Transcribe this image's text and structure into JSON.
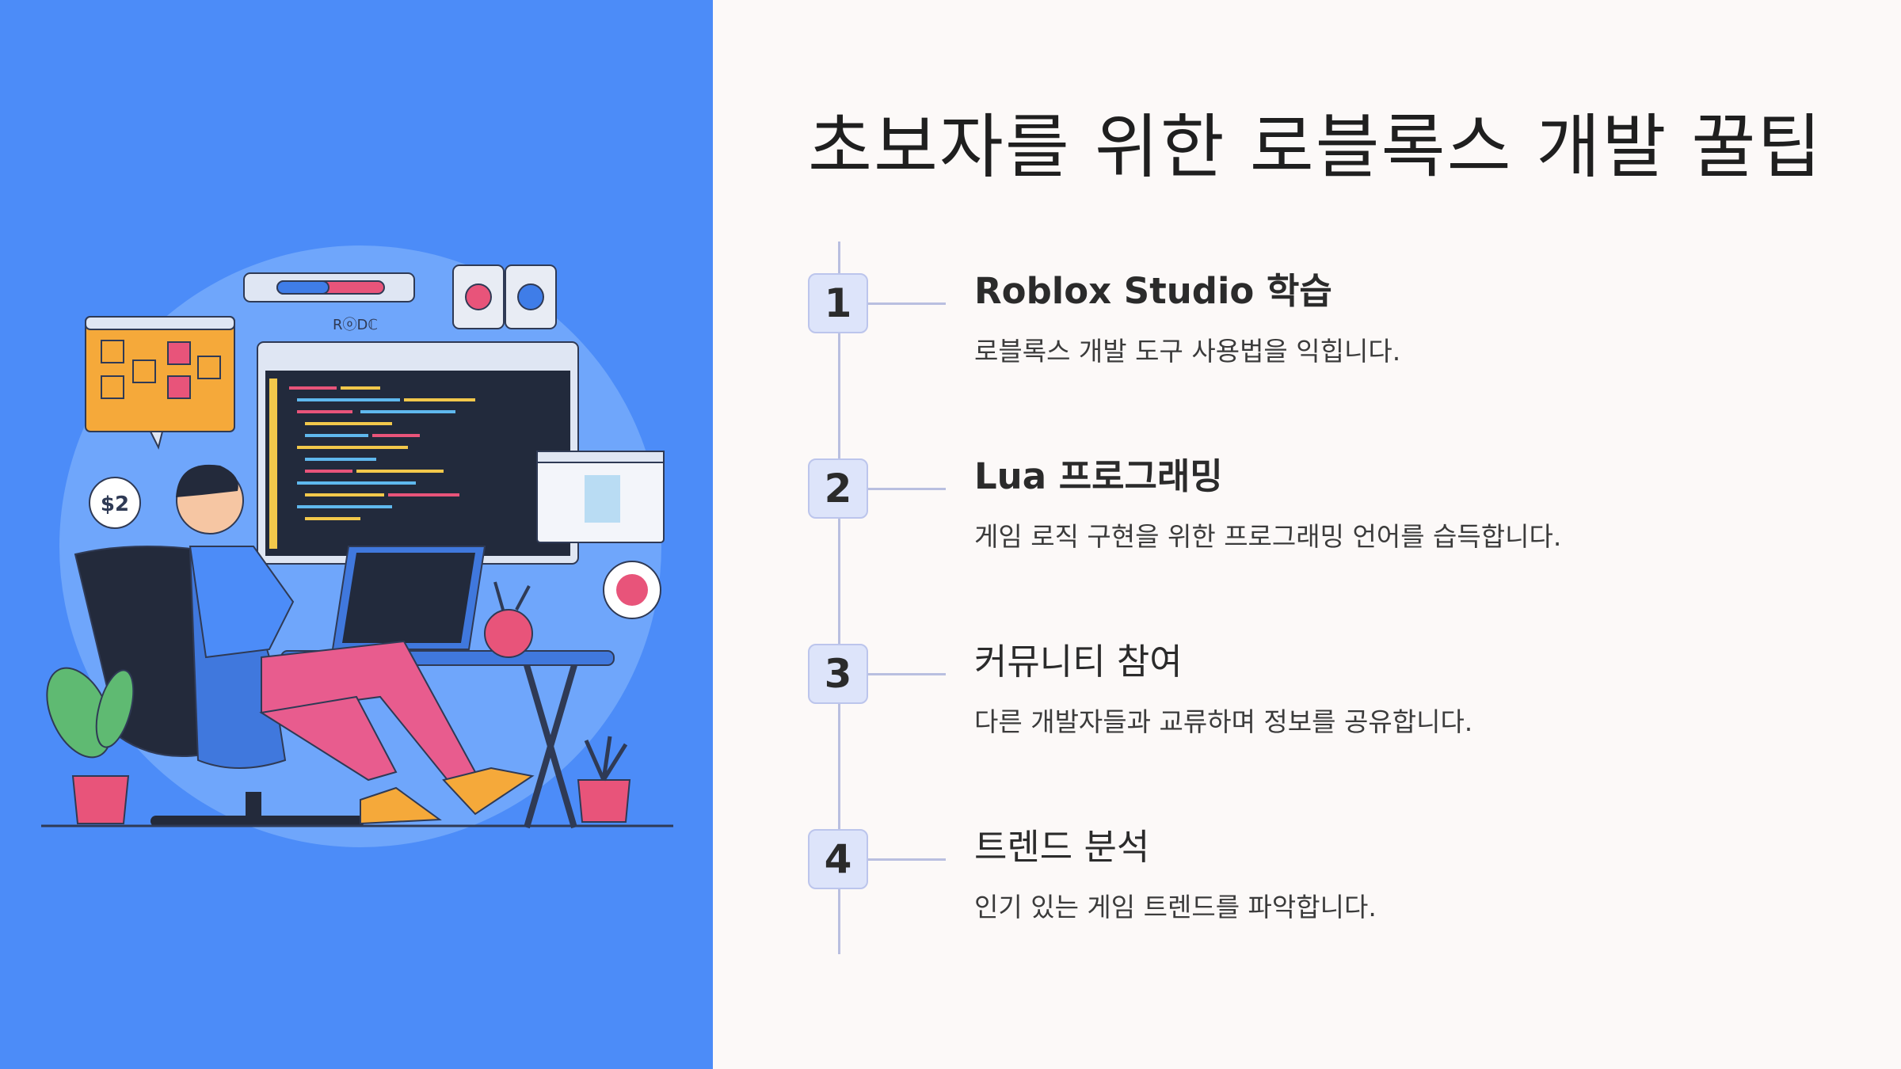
{
  "title": "초보자를 위한 로블록스 개발 꿀팁",
  "illustration": {
    "price_badge": "$2",
    "screen_label": "RⓞDℂ"
  },
  "steps": [
    {
      "number": "1",
      "title": "Roblox Studio 학습",
      "description": "로블록스 개발 도구 사용법을 익힙니다."
    },
    {
      "number": "2",
      "title": "Lua 프로그래밍",
      "description": "게임 로직 구현을 위한 프로그래밍 언어를 습득합니다."
    },
    {
      "number": "3",
      "title": "커뮤니티 참여",
      "description": "다른 개발자들과 교류하며 정보를 공유합니다."
    },
    {
      "number": "4",
      "title": "트렌드 분석",
      "description": "인기 있는 게임 트렌드를 파악합니다."
    }
  ],
  "colors": {
    "panel": "#4c8cf8",
    "badge_fill": "#dde4fa",
    "line": "#b9bfe0"
  }
}
